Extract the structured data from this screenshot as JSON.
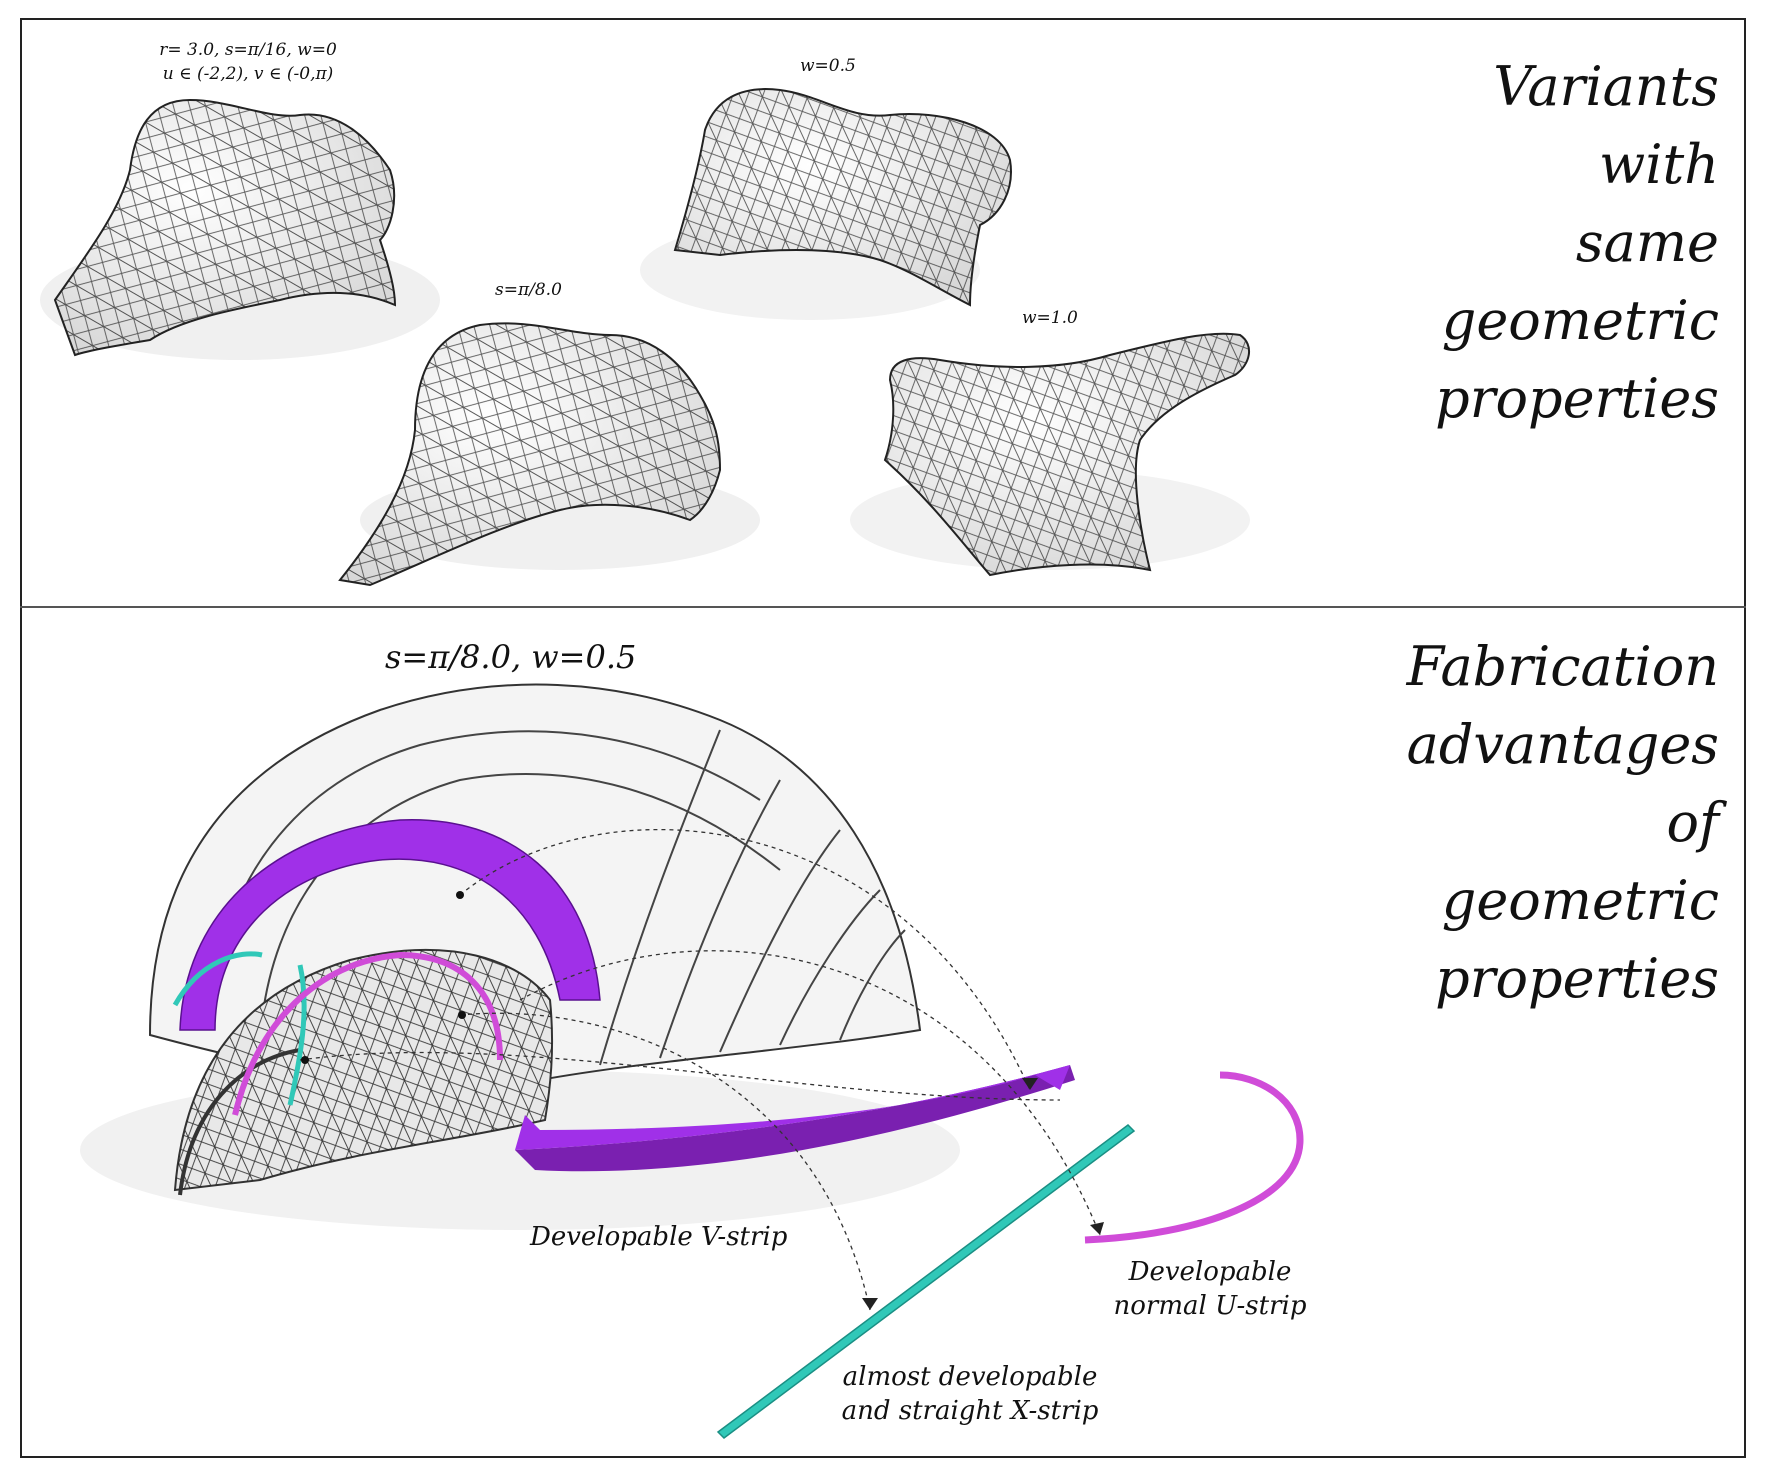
{
  "top_panel": {
    "param_line1": "r= 3.0, s=π/16, w=0",
    "param_line2": "u ∈ (-2,2), v ∈ (-0,π)",
    "label_w05": "w=0.5",
    "label_s8": "s=π/8.0",
    "label_w10": "w=1.0",
    "title_lines": [
      "Variants",
      "with",
      "same",
      "geometric",
      "properties"
    ]
  },
  "bottom_panel": {
    "params": "s=π/8.0, w=0.5",
    "title_lines": [
      "Fabrication",
      "advantages",
      "of",
      "geometric",
      "properties"
    ],
    "captions": {
      "v_strip": "Developable V-strip",
      "u_strip_1": "Developable",
      "u_strip_2": "normal U-strip",
      "x_strip_1": "almost developable",
      "x_strip_2": "and straight X-strip"
    }
  },
  "colors": {
    "v_strip": "#a030e8",
    "u_strip": "#d04cd8",
    "x_strip": "#30c8b8",
    "mesh": "#222222"
  }
}
